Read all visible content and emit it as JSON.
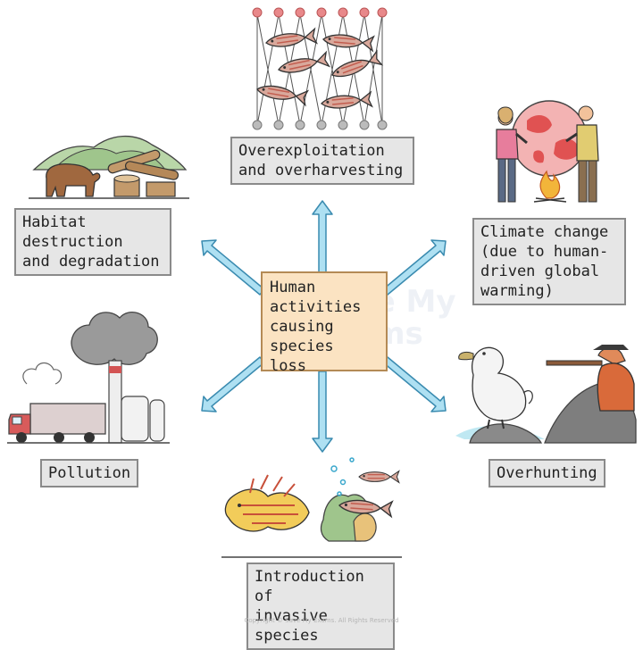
{
  "center": {
    "text": "Human\nactivities\ncausing\nspecies loss"
  },
  "labels": {
    "overexploitation": "Overexploitation\nand overharvesting",
    "habitat": "Habitat\ndestruction\nand degradation",
    "climate": "Climate change\n(due to human-\ndriven global\nwarming)",
    "pollution": "Pollution",
    "overhunting": "Overhunting",
    "invasive": "Introduction of\ninvasive species"
  },
  "watermark": "Save My\nExams",
  "footer": {
    "copyright": "Copyright © Save My Exams. All Rights Reserved"
  },
  "colors": {
    "arrow": "#aee0f2",
    "arrow_stroke": "#3a8bb0",
    "center_fill": "#fbe3c2",
    "label_fill": "#e6e6e6"
  }
}
